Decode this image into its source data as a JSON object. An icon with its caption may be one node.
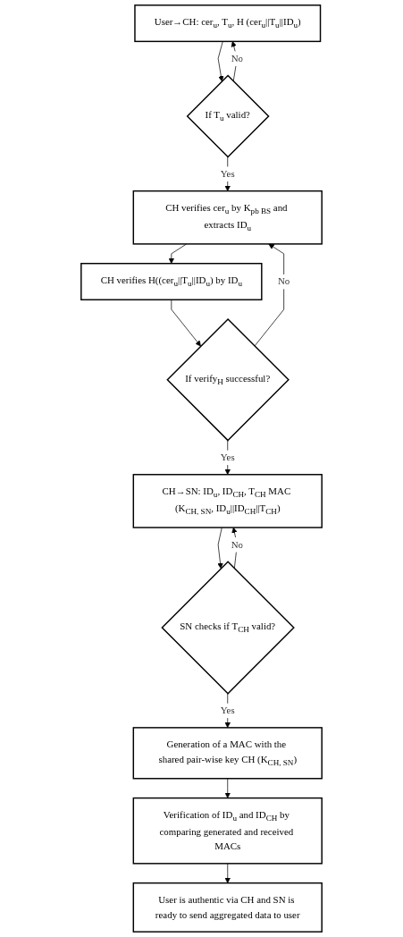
{
  "diagram": {
    "nodes": [
      {
        "text": [
          "User→CH: cer$_{u}$, T$_{u}$, H (cer$_{u}$||T$_{u}$||ID$_{u}$)"
        ]
      },
      {
        "text": [
          "If T$_{u}$ valid?"
        ]
      },
      {
        "text": [
          "CH verifies cer$_{u}$ by K$_{pb BS}$ and extracts ID$_{u}$"
        ]
      },
      {
        "text": [
          "CH verifies H((cer$_{u}$||T$_{u}$||ID$_{u}$) by ID$_{u}$"
        ]
      },
      {
        "text": [
          "If verify$_{H}$ successful?"
        ]
      },
      {
        "text": [
          "CH→SN: ID$_{u}$, ID$_{CH}$, T$_{CH}$ MAC (K$_{CH, SN}$, ID$_{u}$||ID$_{CH}$||T$_{CH}$)"
        ]
      },
      {
        "text": [
          "SN checks if T$_{CH}$ valid?"
        ]
      },
      {
        "text": [
          "Generation of a MAC with the shared pair-wise key CH (K$_{CH, SN}$)"
        ]
      },
      {
        "text": [
          "Verification of ID$_{u}$ and ID$_{CH}$ by comparing generated and received MACs"
        ]
      },
      {
        "text": [
          "User is authentic via CH and SN is ready to send aggregated data to user"
        ]
      }
    ],
    "edges": [
      {
        "from": 0,
        "to": 1,
        "arrow": "to"
      },
      {
        "from": 1,
        "to": 0,
        "arrow": "to",
        "label": "No"
      },
      {
        "from": 1,
        "to": 2,
        "arrow": "to",
        "label": "Yes"
      },
      {
        "from": 2,
        "to": 3,
        "arrow": "to"
      },
      {
        "from": 3,
        "to": 4,
        "arrow": "to"
      },
      {
        "from": 4,
        "to": 2,
        "arrow": "to",
        "label": "No"
      },
      {
        "from": 4,
        "to": 5,
        "arrow": "to",
        "label": "Yes"
      },
      {
        "from": 5,
        "to": 6,
        "arrow": "to"
      },
      {
        "from": 6,
        "to": 5,
        "arrow": "to",
        "label": "No"
      },
      {
        "from": 6,
        "to": 7,
        "arrow": "to",
        "label": "Yes"
      },
      {
        "from": 7,
        "to": 8,
        "arrow": "to"
      },
      {
        "from": 8,
        "to": 9,
        "arrow": "to"
      }
    ]
  }
}
